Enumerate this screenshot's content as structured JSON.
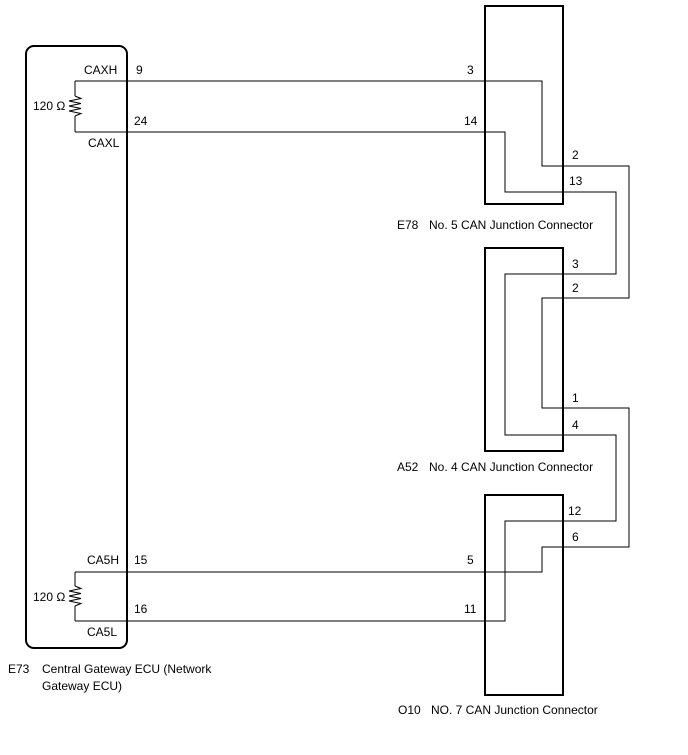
{
  "ecu": {
    "code": "E73",
    "name_line1": "Central Gateway ECU (Network",
    "name_line2": "Gateway ECU)",
    "signals": {
      "caxh": "CAXH",
      "caxl": "CAXL",
      "ca5h": "CA5H",
      "ca5l": "CA5L"
    },
    "pins": {
      "caxh": "9",
      "caxl": "24",
      "ca5h": "15",
      "ca5l": "16"
    },
    "resistor_top": "120 Ω",
    "resistor_bottom": "120 Ω"
  },
  "connectors": {
    "e78": {
      "code": "E78",
      "name": "No. 5 CAN Junction Connector",
      "pins": {
        "p3": "3",
        "p14": "14",
        "p2": "2",
        "p13": "13"
      }
    },
    "a52": {
      "code": "A52",
      "name": "No. 4 CAN Junction Connector",
      "pins": {
        "p3": "3",
        "p2": "2",
        "p1": "1",
        "p4": "4"
      }
    },
    "o10": {
      "code": "O10",
      "name": "NO. 7 CAN Junction Connector",
      "pins": {
        "p12": "12",
        "p6": "6",
        "p5": "5",
        "p11": "11"
      }
    }
  }
}
